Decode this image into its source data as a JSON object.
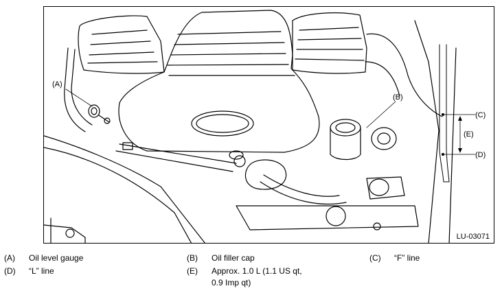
{
  "figure": {
    "code": "LU-03071",
    "callouts": {
      "a": "(A)",
      "b": "(B)",
      "c": "(C)",
      "d": "(D)",
      "e": "(E)"
    }
  },
  "legend": [
    {
      "key": "(A)",
      "text": "Oil level gauge"
    },
    {
      "key": "(B)",
      "text": "Oil filler cap"
    },
    {
      "key": "(C)",
      "text": "“F” line"
    },
    {
      "key": "(D)",
      "text": "“L” line"
    },
    {
      "key": "(E)",
      "text_line1": "Approx. 1.0 L (1.1 US qt,",
      "text_line2": "0.9 Imp qt)"
    }
  ]
}
